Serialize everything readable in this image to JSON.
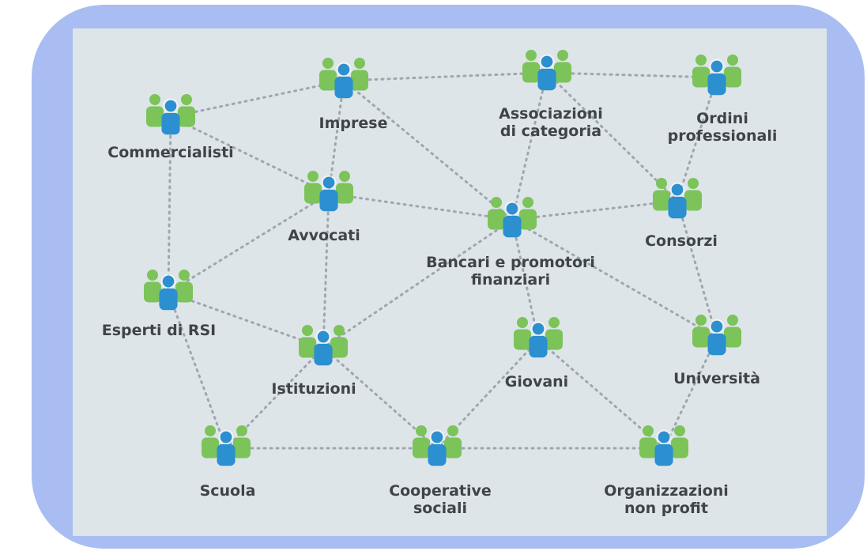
{
  "nodes": [
    {
      "id": "imprese",
      "lines": [
        "Imprese"
      ]
    },
    {
      "id": "associazioni",
      "lines": [
        "Associazioni",
        "di categoria"
      ]
    },
    {
      "id": "ordini",
      "lines": [
        "Ordini",
        "professionali"
      ]
    },
    {
      "id": "commercialisti",
      "lines": [
        "Commercialisti"
      ]
    },
    {
      "id": "avvocati",
      "lines": [
        "Avvocati"
      ]
    },
    {
      "id": "bancari",
      "lines": [
        "Bancari e promotori",
        "finanziari"
      ]
    },
    {
      "id": "consorzi",
      "lines": [
        "Consorzi"
      ]
    },
    {
      "id": "esperti",
      "lines": [
        "Esperti di RSI"
      ]
    },
    {
      "id": "istituzioni",
      "lines": [
        "Istituzioni"
      ]
    },
    {
      "id": "giovani",
      "lines": [
        "Giovani"
      ]
    },
    {
      "id": "universita",
      "lines": [
        "Università"
      ]
    },
    {
      "id": "scuola",
      "lines": [
        "Scuola"
      ]
    },
    {
      "id": "cooperative",
      "lines": [
        "Cooperative",
        "sociali"
      ]
    },
    {
      "id": "organizzazioni",
      "lines": [
        "Organizzazioni",
        "non profit"
      ]
    }
  ],
  "edges": [
    [
      "commercialisti",
      "imprese"
    ],
    [
      "imprese",
      "associazioni"
    ],
    [
      "associazioni",
      "ordini"
    ],
    [
      "commercialisti",
      "avvocati"
    ],
    [
      "commercialisti",
      "esperti"
    ],
    [
      "imprese",
      "avvocati"
    ],
    [
      "imprese",
      "bancari"
    ],
    [
      "associazioni",
      "bancari"
    ],
    [
      "associazioni",
      "consorzi"
    ],
    [
      "ordini",
      "consorzi"
    ],
    [
      "avvocati",
      "bancari"
    ],
    [
      "bancari",
      "consorzi"
    ],
    [
      "avvocati",
      "esperti"
    ],
    [
      "avvocati",
      "istituzioni"
    ],
    [
      "bancari",
      "istituzioni"
    ],
    [
      "bancari",
      "giovani"
    ],
    [
      "bancari",
      "universita"
    ],
    [
      "consorzi",
      "universita"
    ],
    [
      "esperti",
      "istituzioni"
    ],
    [
      "esperti",
      "scuola"
    ],
    [
      "istituzioni",
      "scuola"
    ],
    [
      "istituzioni",
      "cooperative"
    ],
    [
      "giovani",
      "cooperative"
    ],
    [
      "giovani",
      "organizzazioni"
    ],
    [
      "universita",
      "organizzazioni"
    ],
    [
      "scuola",
      "cooperative"
    ],
    [
      "cooperative",
      "organizzazioni"
    ]
  ],
  "colors": {
    "frame": "#a9bdf3",
    "panel": "#dde5e8",
    "edge": "#9ea7af",
    "person_outer": "#7cc35a",
    "person_center": "#2b8fd0",
    "label": "#3e4447"
  },
  "icon_name": "people-group-icon"
}
